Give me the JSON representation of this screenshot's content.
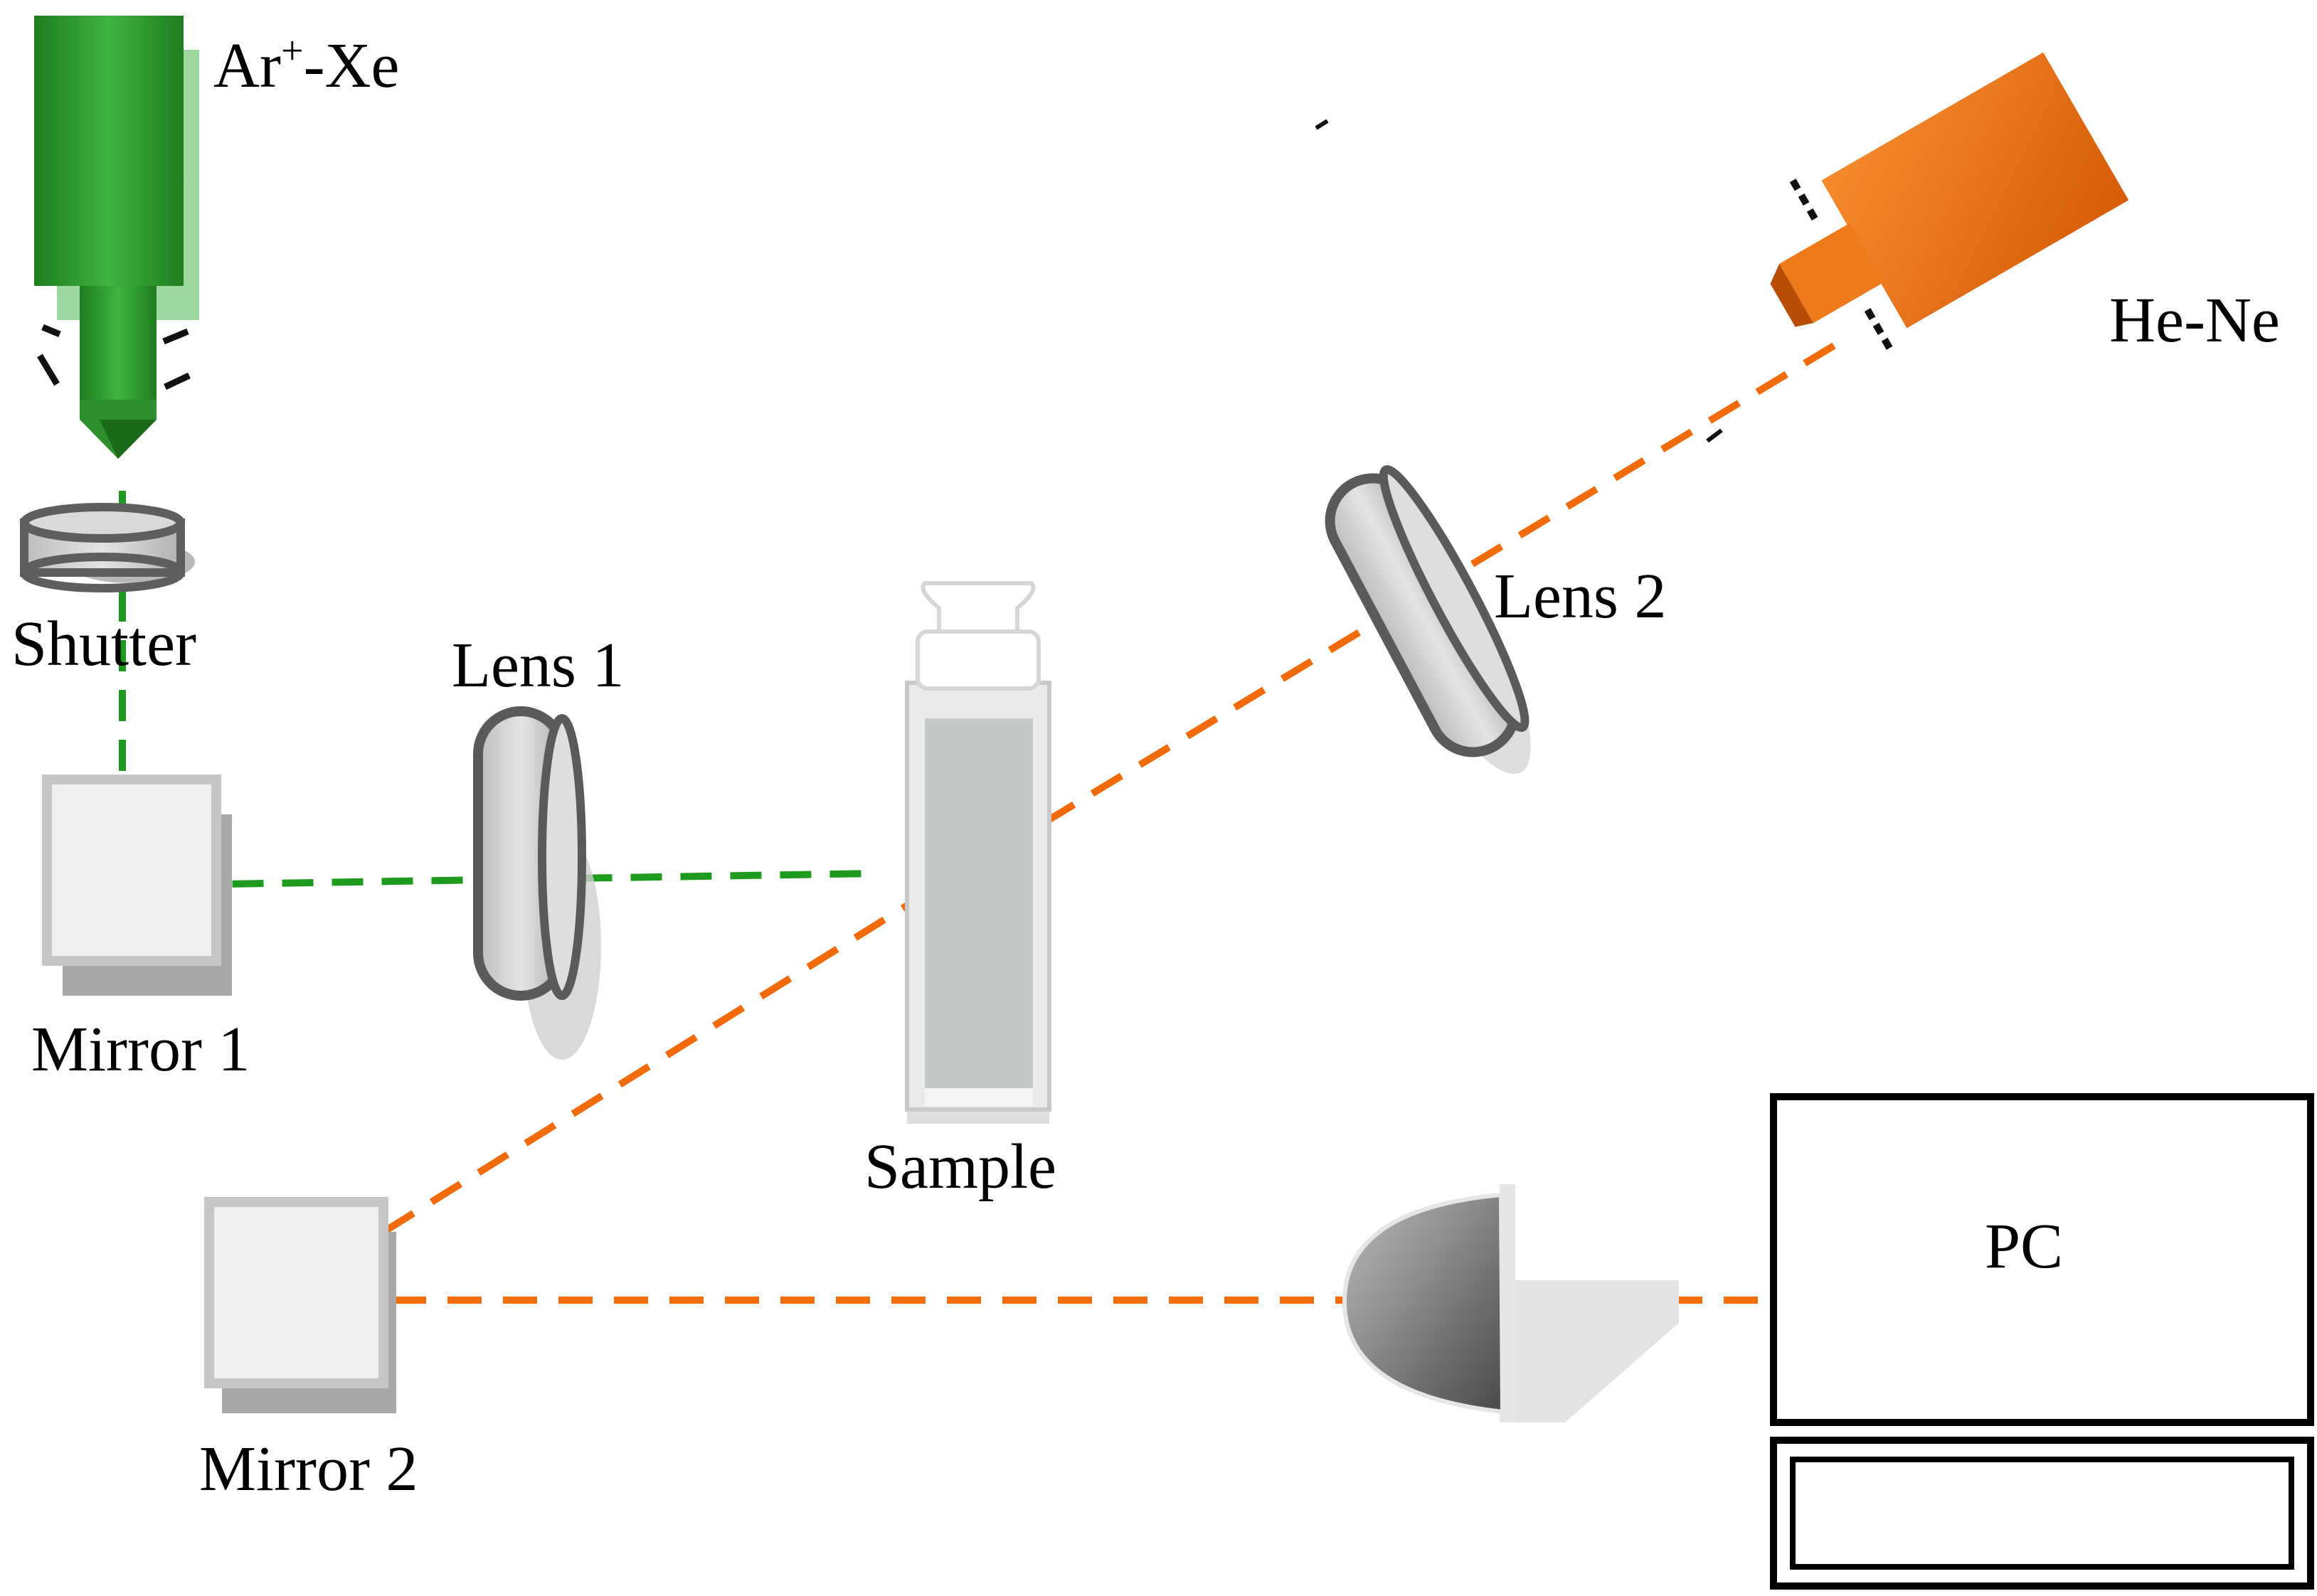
{
  "labels": {
    "ar_xe_base": "Ar",
    "ar_xe_sup": "+",
    "ar_xe_rest": "-Xe",
    "he_ne": "He-Ne",
    "shutter": "Shutter",
    "lens1": "Lens 1",
    "lens2": "Lens 2",
    "mirror1": "Mirror 1",
    "mirror2": "Mirror 2",
    "sample": "Sample",
    "pc": "PC"
  },
  "colors": {
    "excitation_beam": "#1e9a1e",
    "probe_beam": "#f26b0a",
    "ar_laser": "#3cab3c",
    "he_ne_laser": "#f07818"
  }
}
